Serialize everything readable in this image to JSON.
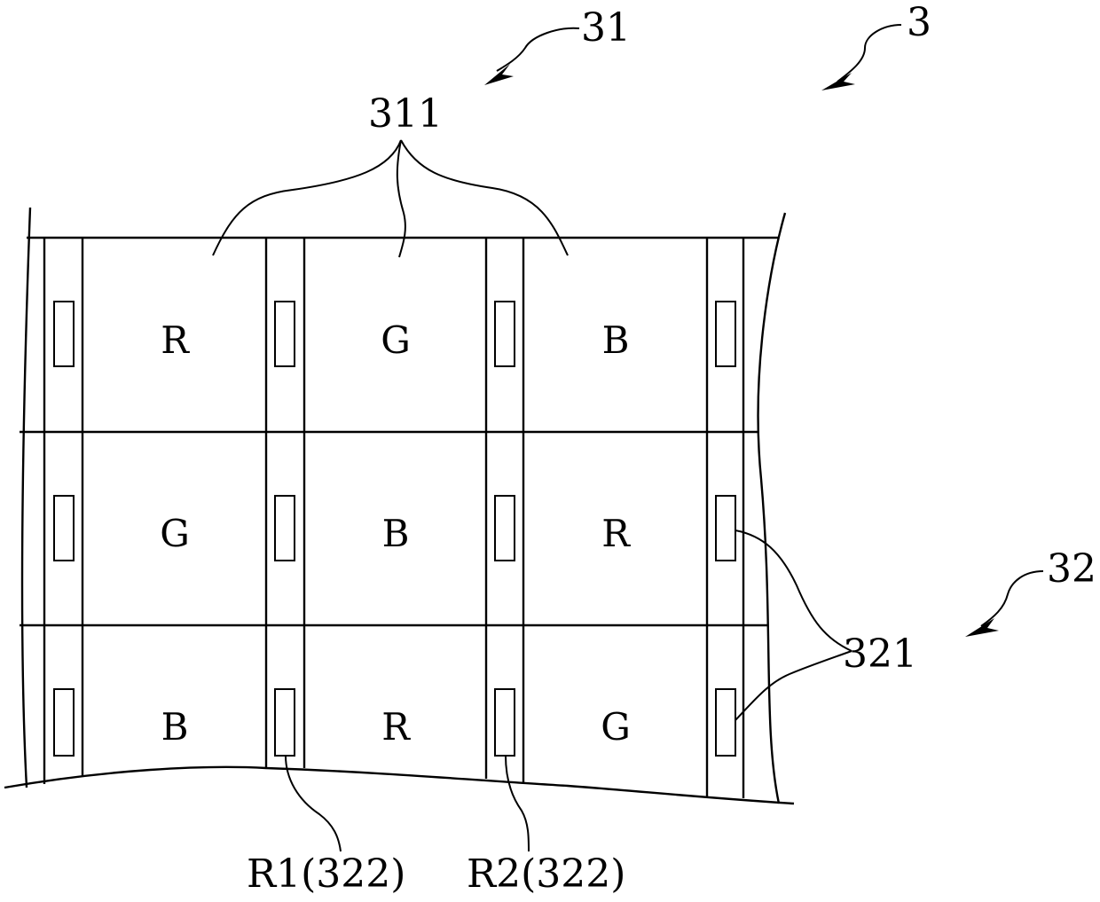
{
  "labels": {
    "ref_31": "31",
    "ref_3": "3",
    "ref_311": "311",
    "ref_32": "32",
    "ref_321": "321",
    "ref_r1": "R1(322)",
    "ref_r2": "R2(322)"
  },
  "grid": {
    "rows": [
      [
        "R",
        "G",
        "B"
      ],
      [
        "G",
        "B",
        "R"
      ],
      [
        "B",
        "R",
        "G"
      ]
    ]
  }
}
